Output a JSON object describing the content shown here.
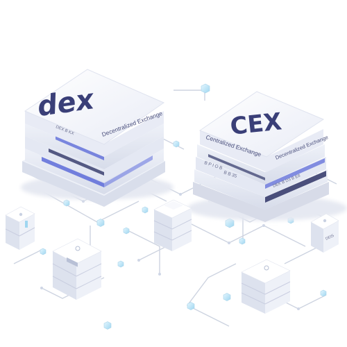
{
  "dex": {
    "title": "dex",
    "side_label": "Decentralized Exchange",
    "front_code": "DEX  B  KX"
  },
  "cex": {
    "title": "CEX",
    "side_label_front": "Centralized Exchange",
    "side_label_right": "Decentralized Exchange",
    "front_code_1": "B  P  I  O  B",
    "front_code_2": "B  B  35",
    "right_code": "DEK B  D3  B  E8"
  },
  "nodes": {
    "far_right_label": "DEIS"
  },
  "colors": {
    "slab_top": "#f3f5fb",
    "slab_side": "#e2e6f2",
    "slab_shadow": "#c9cee0",
    "accent_blue": "#4b5bd6",
    "dark_stripe": "#2f3466",
    "cube": "#bfe6f7",
    "line": "#cdd3e0"
  }
}
